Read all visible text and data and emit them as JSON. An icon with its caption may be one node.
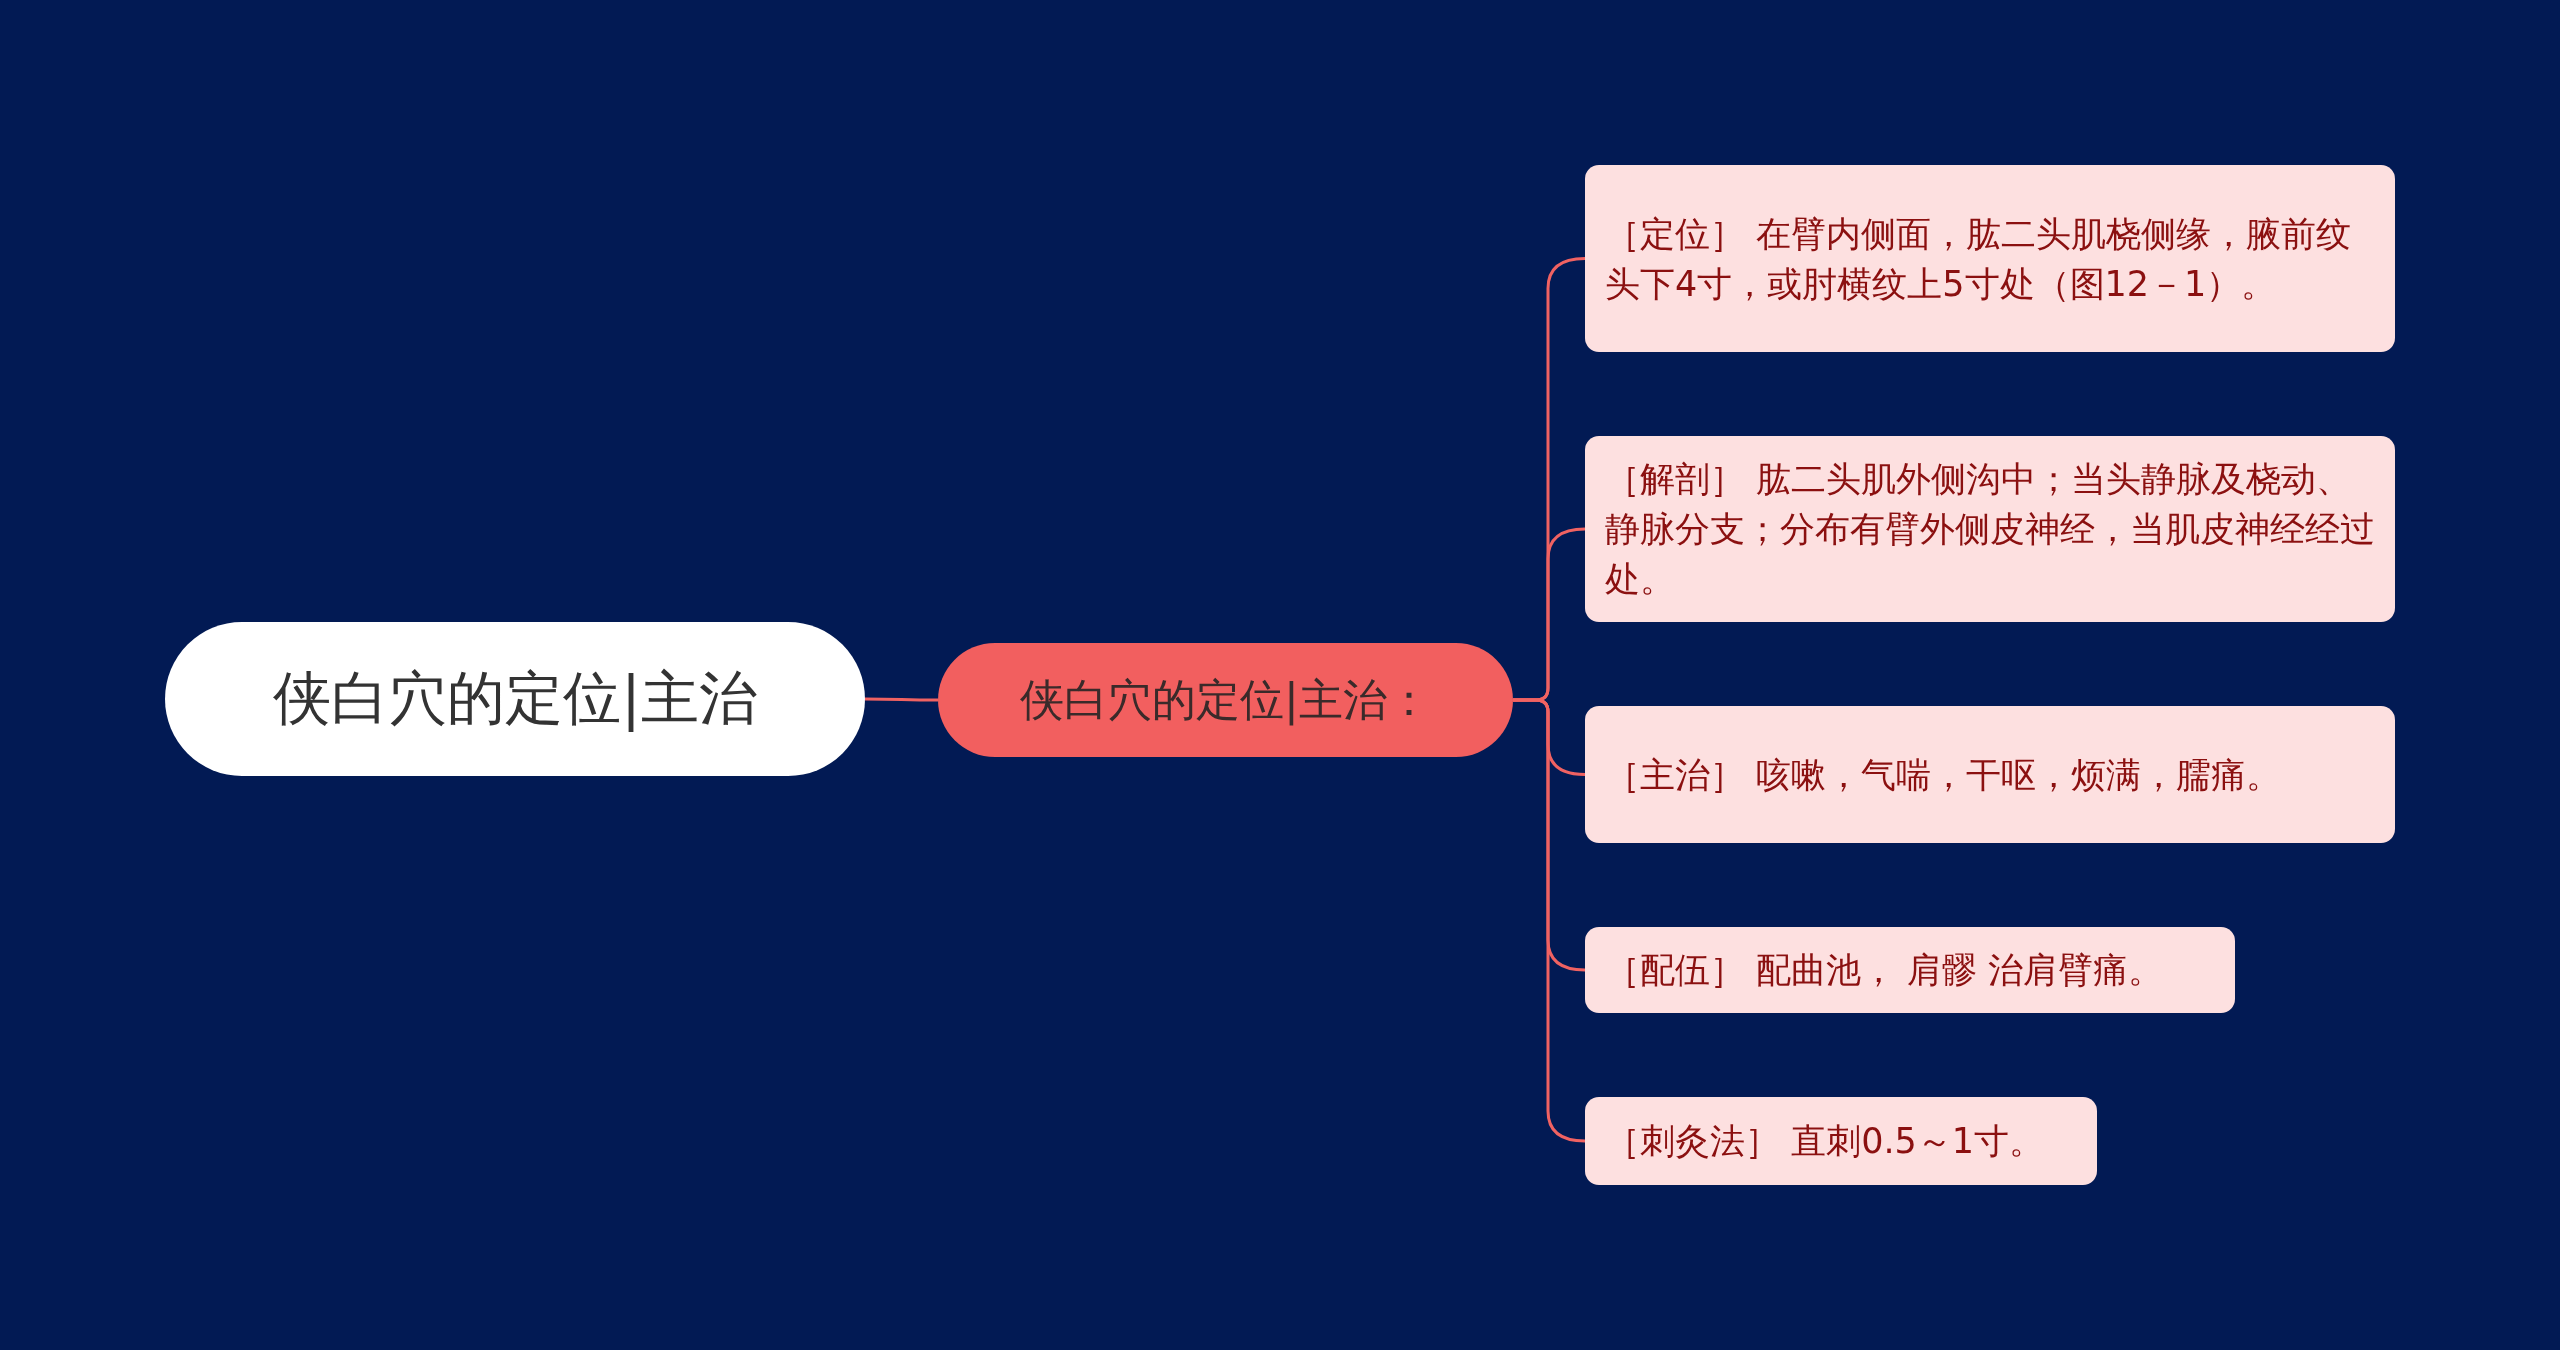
{
  "diagram": {
    "nodes": [
      {
        "text": [
          "侠白穴的定位|主治"
        ]
      },
      {
        "text": [
          "侠白穴的定位|主治："
        ]
      },
      {
        "text": [
          "［定位］ 在臂内侧面，肱二头肌桡侧缘，腋前纹头下4寸，或肘横纹上5寸处（图12－1）。"
        ]
      },
      {
        "text": [
          "［解剖］ 肱二头肌外侧沟中；当头静脉及桡动、静脉分支；分布有臂外侧皮神经，当肌皮神经经过处。"
        ]
      },
      {
        "text": [
          "［主治］ 咳嗽，气喘，干呕，烦满，臑痛。"
        ]
      },
      {
        "text": [
          "［配伍］ 配曲池， 肩髎 治肩臂痛。"
        ]
      },
      {
        "text": [
          "［刺灸法］ 直刺0.5～1寸。"
        ]
      }
    ],
    "edges": [
      {
        "from": 0,
        "to": 1,
        "arrow": "none"
      },
      {
        "from": 1,
        "to": 2,
        "arrow": "none"
      },
      {
        "from": 1,
        "to": 3,
        "arrow": "none"
      },
      {
        "from": 1,
        "to": 4,
        "arrow": "none"
      },
      {
        "from": 1,
        "to": 5,
        "arrow": "none"
      },
      {
        "from": 1,
        "to": 6,
        "arrow": "none"
      }
    ]
  }
}
